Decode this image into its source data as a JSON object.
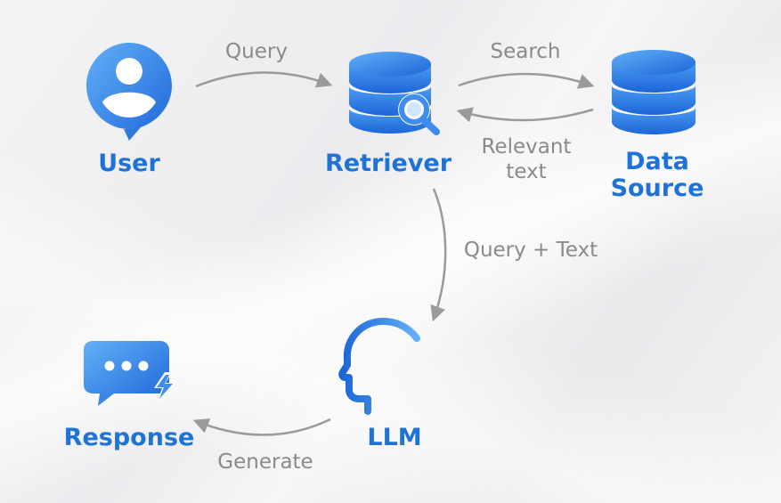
{
  "nodes": {
    "user": "User",
    "retriever": "Retriever",
    "data_source_line1": "Data",
    "data_source_line2": "Source",
    "llm": "LLM",
    "response": "Response"
  },
  "edges": {
    "query": "Query",
    "search": "Search",
    "relevant_line1": "Relevant",
    "relevant_line2": "text",
    "query_text": "Query + Text",
    "generate": "Generate"
  },
  "icons": {
    "user": "user-avatar-icon",
    "retriever": "database-search-icon",
    "data_source": "database-icon",
    "llm": "ai-head-icon",
    "response": "chat-bubble-bolt-icon"
  },
  "colors": {
    "brand_blue": "#1f73d6",
    "icon_light": "#5aa6f5",
    "icon_dark": "#1c65d8",
    "arrow_gray": "#9a9a9a",
    "label_gray": "#8a8a8a"
  }
}
